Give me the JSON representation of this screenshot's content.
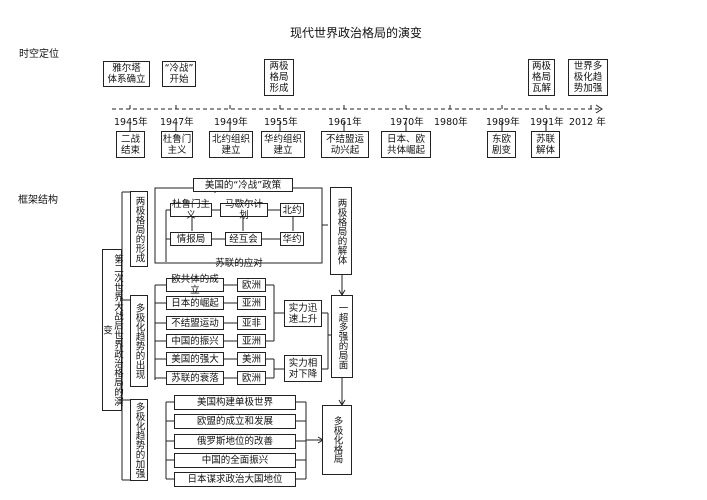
{
  "title": "现代世界政治格局的演变",
  "section1": "时空定位",
  "section2": "框架结构",
  "timeline": {
    "top_events": [
      "雅尔塔\n体系确立",
      "“冷战”\n开始",
      "两极\n格局\n形成",
      "两极\n格局\n瓦解",
      "世界多\n极化趋\n势加强"
    ],
    "years": [
      "1945年",
      "1947年",
      "1949年",
      "1955年",
      "1961年",
      "1970年",
      "1980年",
      "1989年",
      "1991年",
      "2012 年"
    ],
    "bottom_events": [
      "二战\n结束",
      "杜鲁门\n主义",
      "北约组织\n建立",
      "华约组织\n建立",
      "不结盟运\n动兴起",
      "日本、欧\n共体崛起",
      "东欧\n剧变",
      "苏联\n解体"
    ]
  },
  "framework": {
    "root": "第二次世界大战后世界政治格局的演变",
    "left_labels": [
      "两极格局的形成",
      "多极化趋势的出现",
      "多极化趋势的加强"
    ],
    "right_labels": [
      "两极格局的解体",
      "一超多强的局面",
      "多极化格局"
    ],
    "bipolar": {
      "us_policy": "美国的“冷战”政策",
      "row1": [
        "杜鲁门主义",
        "马歇尔计划",
        "北约"
      ],
      "row2": [
        "情报局",
        "经互会",
        "华约"
      ],
      "soviet": "苏联的应对"
    },
    "emergence": {
      "items": [
        "欧共体的成立",
        "日本的崛起",
        "不结盟运动",
        "中国的振兴",
        "美国的强大",
        "苏联的衰落"
      ],
      "regions": [
        "欧洲",
        "亚洲",
        "亚非",
        "亚洲",
        "美洲",
        "欧洲"
      ],
      "rise": "实力迅\n速上升",
      "fall": "实力相\n对下降"
    },
    "strengthening": [
      "美国构建单极世界",
      "欧盟的成立和发展",
      "俄罗斯地位的改善",
      "中国的全面振兴",
      "日本谋求政治大国地位"
    ]
  }
}
